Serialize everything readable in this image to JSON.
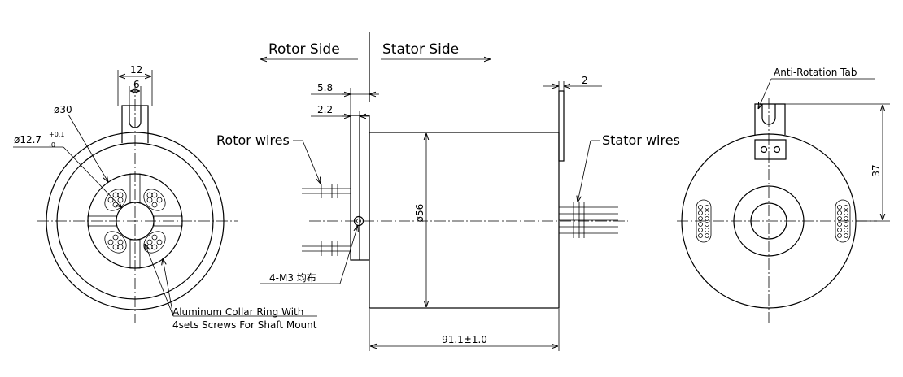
{
  "headings": {
    "rotor_side": "Rotor Side",
    "stator_side": "Stator Side"
  },
  "left_view": {
    "dim_tab_outer": "12",
    "dim_tab_inner": "6",
    "dim_collar_dia": "ø30",
    "dim_bore_dia": "ø12.7",
    "dim_bore_tol_upper": "+0.1",
    "dim_bore_tol_lower": "-0",
    "collar_note_line1": "Aluminum Collar Ring With",
    "collar_note_line2": "4sets Screws For Shaft Mount"
  },
  "side_view": {
    "dim_flange_thickness": "5.8",
    "dim_flange_step": "2.2",
    "dim_tab_thickness": "2",
    "dim_body_dia": "ø56",
    "dim_body_length": "91.1±1.0",
    "rotor_wires_label": "Rotor wires",
    "stator_wires_label": "Stator wires",
    "screw_note": "4-M3 均布"
  },
  "right_view": {
    "anti_rotation_label": "Anti-Rotation Tab",
    "dim_tab_height": "37"
  }
}
